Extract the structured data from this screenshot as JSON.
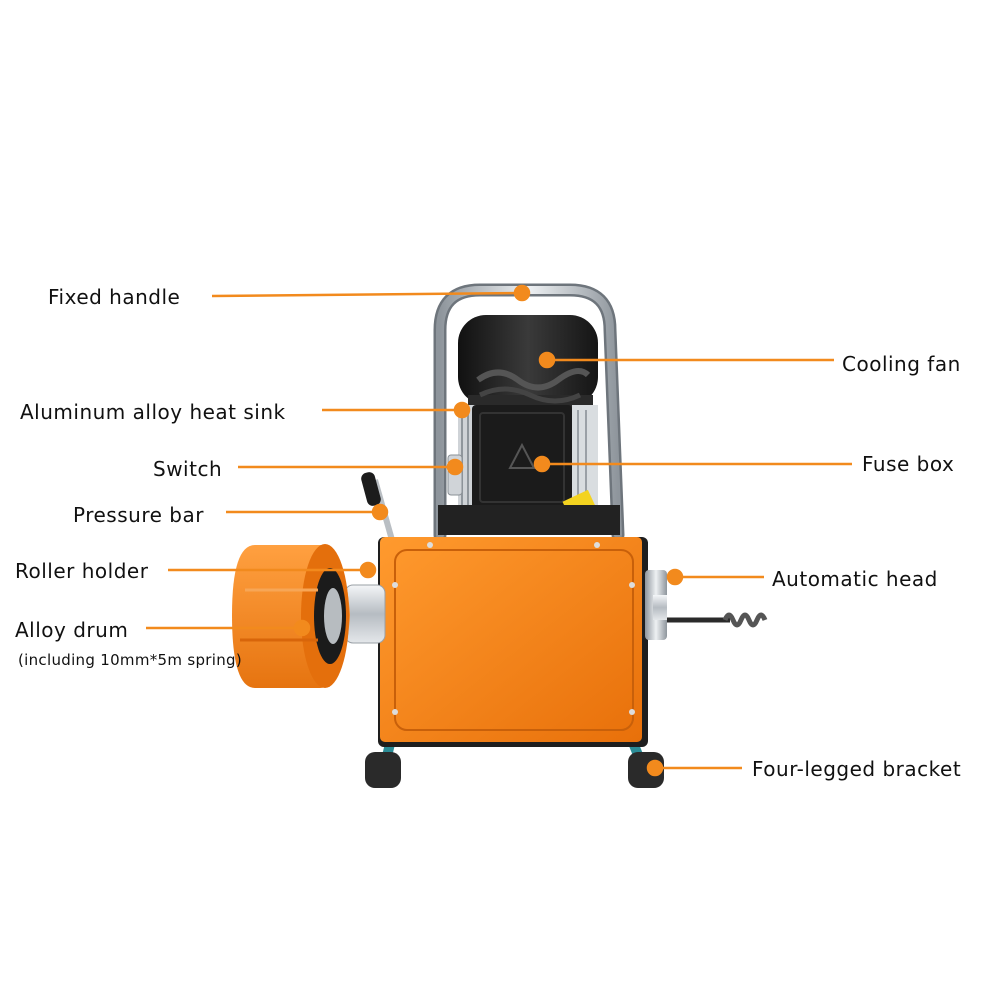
{
  "colors": {
    "accent": "#f28a1d",
    "body_orange": "#f07f12",
    "motor_black": "#1e1e1e",
    "chrome": "#c8ccd0",
    "leg_teal": "#2b8c96"
  },
  "labels": {
    "fixed_handle": "Fixed handle",
    "heat_sink": "Aluminum alloy heat sink",
    "switch": "Switch",
    "pressure_bar": "Pressure bar",
    "roller_holder": "Roller holder",
    "alloy_drum": "Alloy drum",
    "alloy_drum_sub": "(including 10mm*5m spring)",
    "cooling_fan": "Cooling fan",
    "fuse_box": "Fuse box",
    "automatic_head": "Automatic head",
    "four_legged": "Four-legged bracket"
  }
}
